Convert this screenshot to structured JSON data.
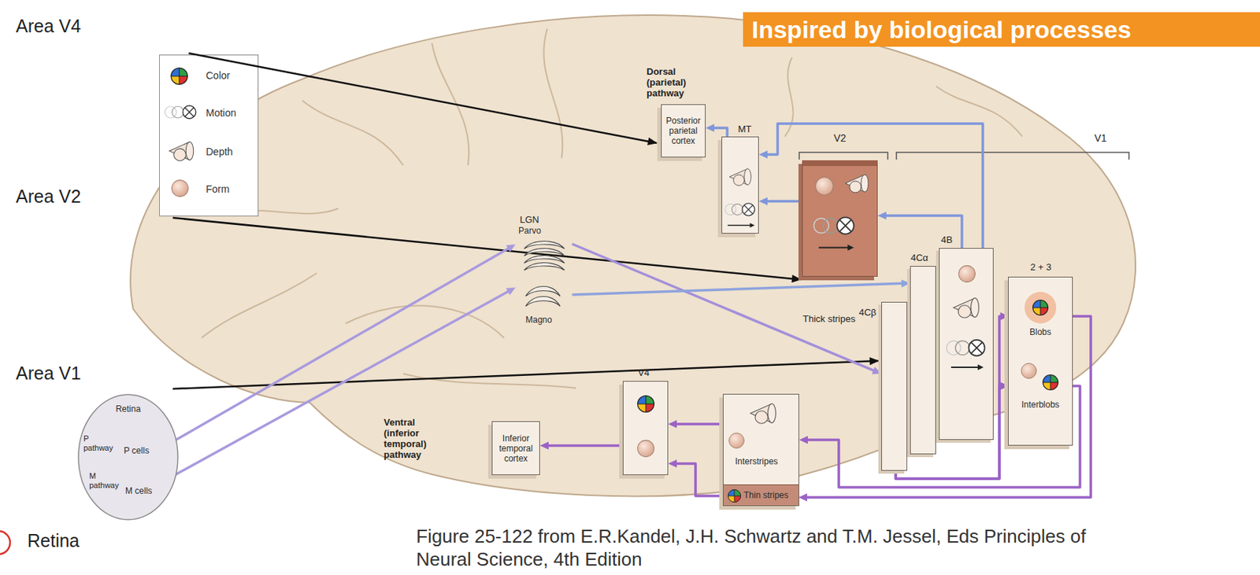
{
  "diagram": {
    "title": "Inspired by biological processes",
    "caption": "Figure 25-122 from E.R.Kandel, J.H. Schwartz and T.M. Jessel, Eds Principles of Neural Science, 4th Edition",
    "nodes": [
      {
        "text": [
          "Posterior parietal cortex"
        ]
      },
      {
        "text": [
          "MT"
        ]
      },
      {
        "text": [
          "Thick stripes"
        ]
      },
      {
        "text": [
          "4Cβ"
        ]
      },
      {
        "text": [
          "4Cα"
        ]
      },
      {
        "text": [
          "4B"
        ]
      },
      {
        "text": [
          "2 + 3"
        ]
      },
      {
        "text": [
          "Blobs"
        ],
        "in": 6
      },
      {
        "text": [
          "Interblobs"
        ],
        "in": 6
      },
      {
        "text": [
          "LGN",
          "Parvo",
          "Magno"
        ]
      },
      {
        "text": [
          "Retina",
          "P cells",
          "M cells"
        ]
      },
      {
        "text": [
          "Inferior temporal cortex"
        ]
      },
      {
        "text": [
          "V4"
        ]
      },
      {
        "text": [
          "Interstripes"
        ]
      },
      {
        "text": [
          "Thin stripes"
        ],
        "in": 13
      }
    ],
    "edges": [
      {
        "from": 10,
        "to": 9,
        "arrow": "to"
      },
      {
        "from": 10,
        "to": 9,
        "arrow": "to"
      },
      {
        "from": 9,
        "to": 3,
        "arrow": "to"
      },
      {
        "from": 9,
        "to": 4,
        "arrow": "to"
      },
      {
        "from": 5,
        "to": 1,
        "arrow": "to"
      },
      {
        "from": 5,
        "to": 2,
        "arrow": "to"
      },
      {
        "from": 2,
        "to": 1,
        "arrow": "to"
      },
      {
        "from": 1,
        "to": 0,
        "arrow": "to"
      },
      {
        "from": 3,
        "to": 7,
        "arrow": "to"
      },
      {
        "from": 3,
        "to": 8,
        "arrow": "to"
      },
      {
        "from": 7,
        "to": 14,
        "arrow": "to"
      },
      {
        "from": 8,
        "to": 13,
        "arrow": "to"
      },
      {
        "from": 13,
        "to": 12,
        "arrow": "to"
      },
      {
        "from": 14,
        "to": 12,
        "arrow": "to"
      },
      {
        "from": 12,
        "to": 11,
        "arrow": "to"
      }
    ],
    "labels": [
      "Area V4",
      "Area V2",
      "Area V1",
      "Retina",
      "Dorsal (parietal) pathway",
      "V2",
      "V1",
      "Ventral (inferior temporal) pathway",
      "P pathway",
      "M pathway"
    ],
    "legend": [
      {
        "text": "Color"
      },
      {
        "text": "Motion"
      },
      {
        "text": "Depth"
      },
      {
        "text": "Form"
      }
    ]
  }
}
